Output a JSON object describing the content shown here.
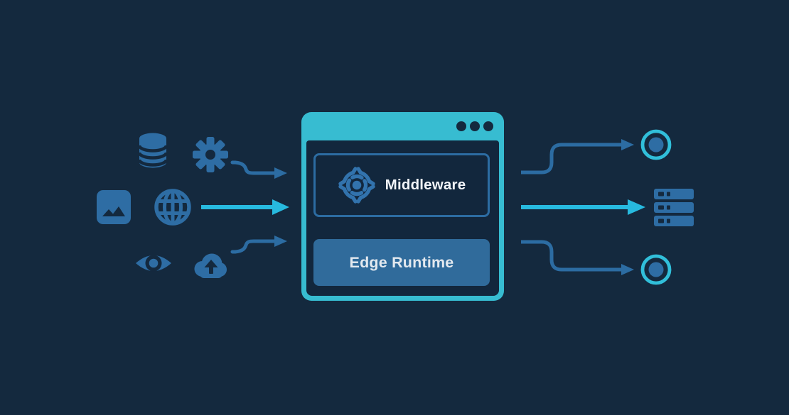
{
  "diagram": {
    "type": "architecture-flow",
    "window": {
      "titlebar_dots": 3,
      "middleware": {
        "label": "Middleware",
        "icon": "middleware-gear-icon"
      },
      "edge_runtime": {
        "label": "Edge Runtime"
      }
    },
    "sources": [
      {
        "icon": "database-icon"
      },
      {
        "icon": "gear-icon"
      },
      {
        "icon": "image-icon"
      },
      {
        "icon": "globe-icon"
      },
      {
        "icon": "eye-icon"
      },
      {
        "icon": "cloud-upload-icon"
      }
    ],
    "targets": [
      {
        "icon": "client-circle-icon"
      },
      {
        "icon": "server-stack-icon"
      },
      {
        "icon": "client-circle-icon"
      }
    ],
    "colors": {
      "background": "#14293E",
      "window_inner": "#12273D",
      "cyan": "#37BCD1",
      "cyan_arrow": "#27BADF",
      "blue": "#2E6DA4",
      "blue_border": "#2C6CA2",
      "edge_fill": "#306B9B",
      "middleware_icon_blue": "#3273AD",
      "text_light": "#F2F5F9"
    }
  }
}
